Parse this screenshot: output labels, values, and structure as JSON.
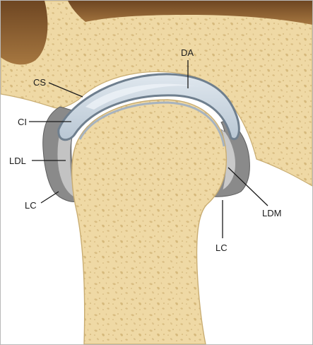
{
  "figure": {
    "labels": {
      "DA": "DA",
      "CS": "CS",
      "CI": "CI",
      "LDL": "LDL",
      "LC_left": "LC",
      "LDM": "LDM",
      "LC_right": "LC"
    }
  },
  "colors": {
    "bone": "#efd9a5",
    "bone_edge": "#c9ad72",
    "bone_texture": "#d9bd82",
    "fossa_shadow": "#8a5a2e",
    "disc": "#c7d3de",
    "disc_highlight": "#e3ebf1",
    "disc_edge": "#6f7f8e",
    "capsule": "#7b7b7b",
    "capsule_light": "#b3b3b3",
    "label": "#1a1a1a"
  }
}
